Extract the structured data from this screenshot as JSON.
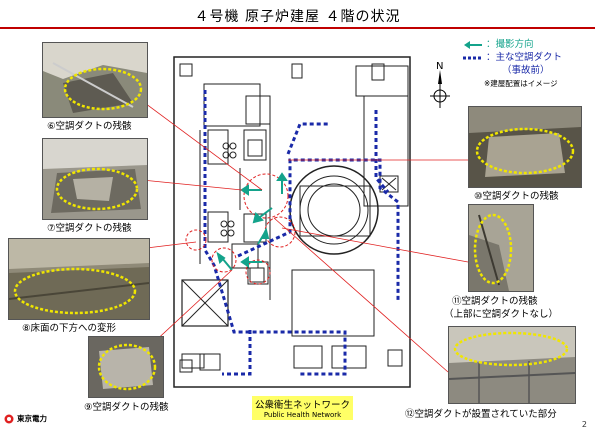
{
  "title": "４号機 原子炉建屋 ４階の状況",
  "legend": {
    "arrow_label": "：撮影方向",
    "duct_label": "：主な空調ダクト",
    "duct_sub": "（事故前）",
    "note": "※建屋配置はイメージ",
    "north": "N"
  },
  "photos": [
    {
      "id": "6",
      "caption": "⑥空調ダクトの残骸"
    },
    {
      "id": "7",
      "caption": "⑦空調ダクトの残骸"
    },
    {
      "id": "8",
      "caption": "⑧床面の下方への変形"
    },
    {
      "id": "9",
      "caption": "⑨空調ダクトの残骸"
    },
    {
      "id": "10",
      "caption": "⑩空調ダクトの残骸"
    },
    {
      "id": "11",
      "caption": "⑪空調ダクトの残骸",
      "caption2": "（上部に空調ダクトなし）"
    },
    {
      "id": "12",
      "caption": "⑫空調ダクトが設置されていた部分"
    }
  ],
  "network": {
    "jp": "公衆衛生ネットワーク",
    "en": "Public Health Network"
  },
  "logo_text": "東京電力",
  "page_number": "2",
  "colors": {
    "accent_red": "#c00000",
    "duct_blue": "#1a2aa8",
    "arrow_green": "#14a38b",
    "highlight": "#f0e600"
  }
}
